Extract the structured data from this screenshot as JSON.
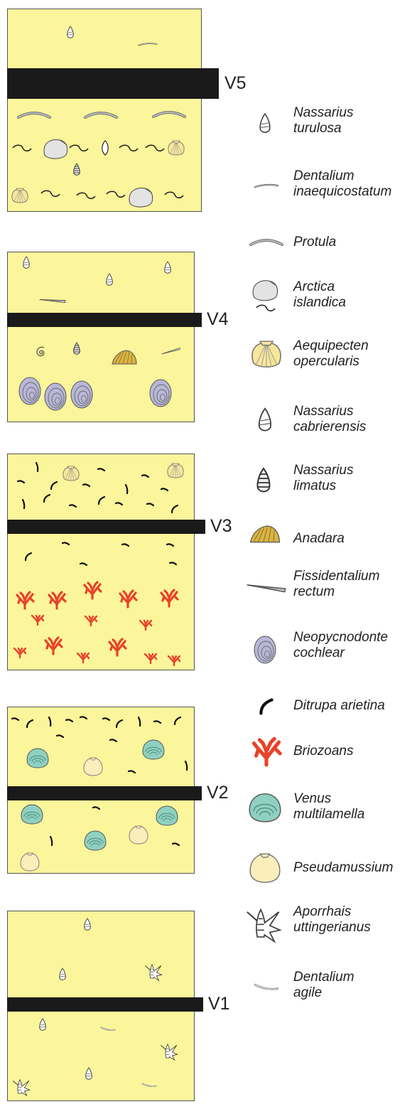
{
  "sections": [
    {
      "id": "v5",
      "level_label": "V5"
    },
    {
      "id": "v4",
      "level_label": "V4"
    },
    {
      "id": "v3",
      "level_label": "V3"
    },
    {
      "id": "v2",
      "level_label": "V2"
    },
    {
      "id": "v1",
      "level_label": "V1"
    }
  ],
  "legend": [
    {
      "icon": "nassarius-shell-icon",
      "lines": [
        "Nassarius",
        "turulosa"
      ]
    },
    {
      "icon": "dentalium-tusk-icon",
      "lines": [
        "Dentalium",
        "inaequicostatum"
      ]
    },
    {
      "icon": "protula-tube-icon",
      "lines": [
        "Protula"
      ]
    },
    {
      "icon": "arctica-clam-icon",
      "lines": [
        "Arctica",
        "islandica"
      ]
    },
    {
      "icon": "aequipecten-scallop-icon",
      "lines": [
        "Aequipecten",
        "opercularis"
      ]
    },
    {
      "icon": "nassarius-cabrierensis-icon",
      "lines": [
        "Nassarius",
        "cabrierensis"
      ]
    },
    {
      "icon": "nassarius-limatus-icon",
      "lines": [
        "Nassarius",
        "limatus"
      ]
    },
    {
      "icon": "anadara-shell-icon",
      "lines": [
        "Anadara"
      ]
    },
    {
      "icon": "fissidentalium-tusk-icon",
      "lines": [
        "Fissidentalium",
        "rectum"
      ]
    },
    {
      "icon": "neopycnodonte-oyster-icon",
      "lines": [
        "Neopycnodonte",
        "cochlear"
      ]
    },
    {
      "icon": "ditrupa-tube-icon",
      "lines": [
        "Ditrupa arietina"
      ]
    },
    {
      "icon": "bryozoan-icon",
      "lines": [
        "Briozoans"
      ]
    },
    {
      "icon": "venus-clam-icon",
      "lines": [
        "Venus",
        "multilamella"
      ]
    },
    {
      "icon": "pseudamussium-shell-icon",
      "lines": [
        "Pseudamussium"
      ]
    },
    {
      "icon": "aporrhais-shell-icon",
      "lines": [
        "Aporrhais",
        "uttingerianus"
      ]
    },
    {
      "icon": "dentalium-agile-icon",
      "lines": [
        "Dentalium",
        "agile"
      ]
    }
  ],
  "colors": {
    "sediment": "#fbf59b",
    "marker_bar": "#1a1a1a",
    "bryozoan": "#e8422a",
    "venus": "#8fd0c0",
    "oyster": "#b9b7d8",
    "scallop": "#f8e69a",
    "anadara": "#d8b446",
    "arctica": "#e3e3e3"
  }
}
